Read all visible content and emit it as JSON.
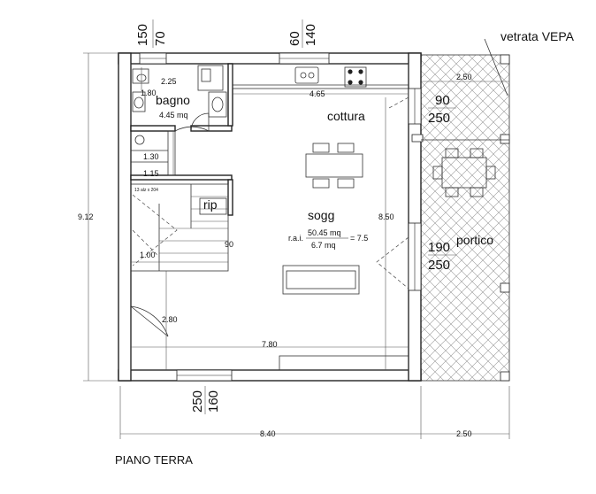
{
  "title": "PIANO TERRA",
  "rooms": {
    "bagno": "bagno",
    "bagno_area": "4.45 mq",
    "cottura": "cottura",
    "sogg": "sogg",
    "portico": "portico",
    "rip": "rip"
  },
  "rai": {
    "prefix": "r.a.i.",
    "numerator": "50.45 mq",
    "denominator": "6.7 mq",
    "result": "= 7.5"
  },
  "windows": {
    "top_left_a": "70",
    "top_left_b": "150",
    "top_mid_a": "60",
    "top_mid_b": "140",
    "right_top_a": "90",
    "right_top_b": "250",
    "right_mid_a": "190",
    "right_mid_b": "250",
    "bottom_a": "160",
    "bottom_b": "250"
  },
  "vetrata_label": "vetrata VEPA",
  "dimensions": {
    "d_225": "2.25",
    "d_180": "1.80",
    "d_465": "4.65",
    "d_130": "1.30",
    "d_115": "1.15",
    "d_100": "1.00",
    "d_90": "90",
    "d_280": "2.80",
    "d_780": "7.80",
    "d_850": "8.50",
    "d_912": "9.12",
    "d_840": "8.40",
    "d_250_bottom": "2.50",
    "d_250_top": "2.50",
    "stair_note": "13 alz x 204"
  },
  "colors": {
    "line": "#222222",
    "hatch": "#9a9a9a",
    "watermark": "#d9d9d9"
  }
}
